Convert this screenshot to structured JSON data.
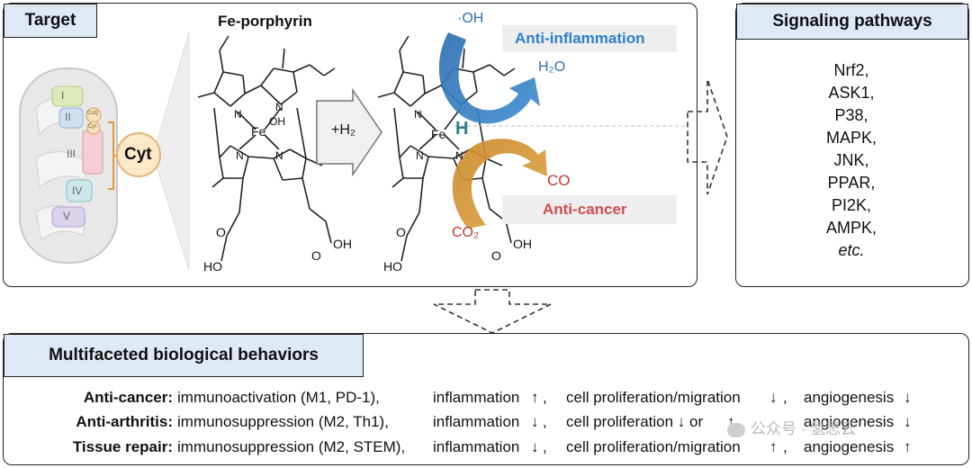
{
  "target": {
    "title": "Target"
  },
  "mito": {
    "complexes": [
      "I",
      "II",
      "III",
      "IV",
      "V"
    ],
    "carriers": [
      "CoQ",
      "Cyt"
    ],
    "cyt_label": "Cyt"
  },
  "fe_porphyrin": {
    "title": "Fe-porphyrin",
    "fe": "Fe",
    "oh": "OH",
    "ho": "HO",
    "o": "O",
    "n": "N"
  },
  "reaction": {
    "plus_h2": "+H₂"
  },
  "product": {
    "fe": "Fe",
    "h": "H",
    "hydroxyl": "·OH",
    "h2o": "H₂O",
    "co": "CO",
    "co2": "CO₂",
    "anti_inflammation": "Anti-inflammation",
    "anti_cancer": "Anti-cancer"
  },
  "signaling": {
    "title": "Signaling pathways",
    "items": [
      "Nrf2,",
      "ASK1,",
      "P38,",
      "MAPK,",
      "JNK,",
      "PPAR,",
      "PI2K,",
      "AMPK,",
      "etc."
    ]
  },
  "behaviors": {
    "title": "Multifaceted biological behaviors",
    "rows": [
      {
        "label": "Anti-cancer:",
        "immuno": "immunoactivation (M1, PD-1),",
        "inflam": "inflammation",
        "inflam_arrow": "↑",
        "prolif": "cell proliferation/migration",
        "prolif_arrow": "↓",
        "angio": "angiogenesis",
        "angio_arrow": "↓"
      },
      {
        "label": "Anti-arthritis:",
        "immuno": "immunosuppression (M2, Th1),",
        "inflam": "inflammation",
        "inflam_arrow": "↓",
        "prolif": "cell proliferation ↓ or",
        "prolif_arrow": "↑",
        "angio": "angiogenesis",
        "angio_arrow": "↓"
      },
      {
        "label": "Tissue repair:",
        "immuno": "immunosuppression (M2, STEM),",
        "inflam": "inflammation",
        "inflam_arrow": "↓",
        "prolif": "cell proliferation/migration",
        "prolif_arrow": "↑",
        "angio": "angiogenesis",
        "angio_arrow": "↑"
      }
    ]
  },
  "watermark": {
    "text": "公众号 · 氢思云"
  }
}
